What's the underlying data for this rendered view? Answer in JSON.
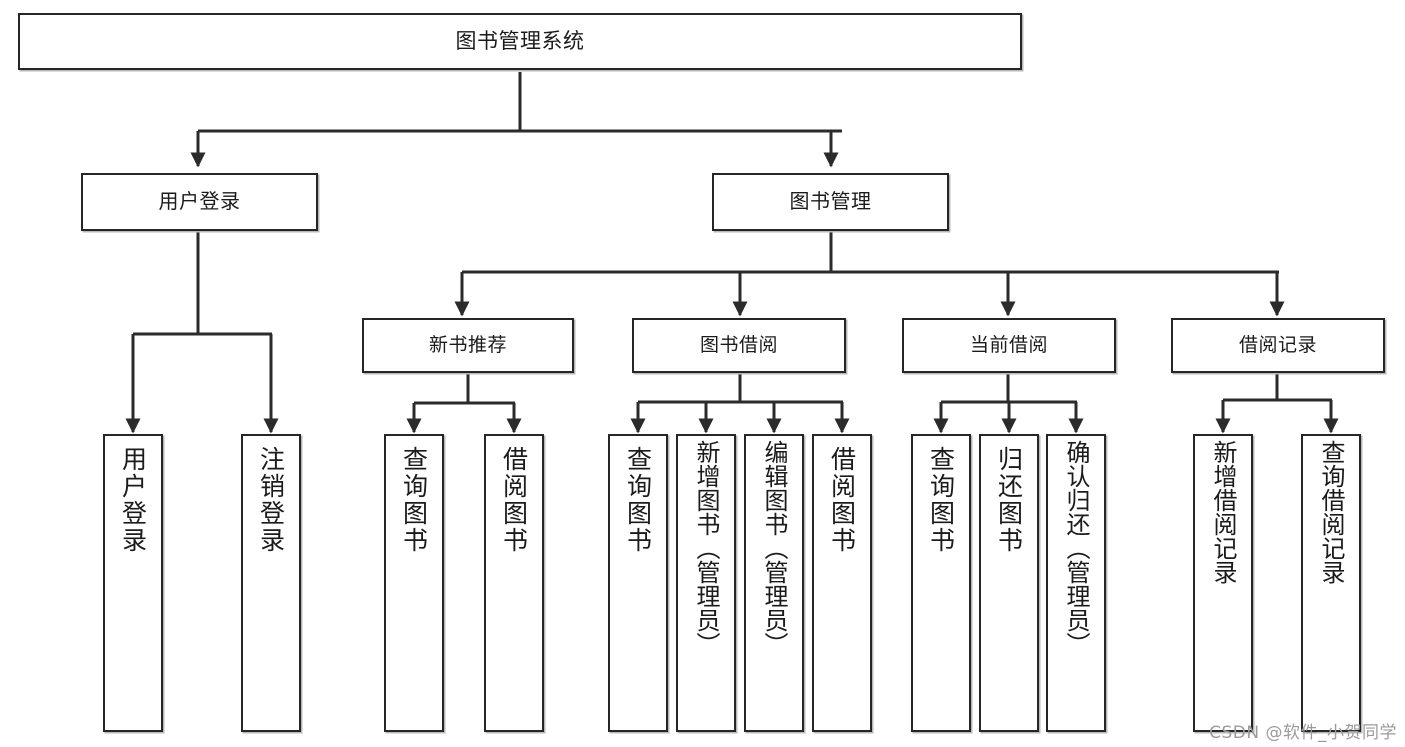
{
  "diagram": {
    "title": "图书管理系统",
    "watermark": "CSDN @软件_小贺同学",
    "colors": {
      "box_border": "#262626",
      "box_fill": "#ffffff",
      "connector": "#2b2b2b",
      "text": "#1b1b1b",
      "watermark": "#9b9b9b",
      "shadow": "#b8b8b8"
    },
    "root": {
      "label": "图书管理系统"
    },
    "level1": [
      {
        "label": "用户登录"
      },
      {
        "label": "图书管理"
      }
    ],
    "level2": [
      {
        "label": "新书推荐"
      },
      {
        "label": "图书借阅"
      },
      {
        "label": "当前借阅"
      },
      {
        "label": "借阅记录"
      }
    ],
    "leaves": [
      {
        "label": "用户登录",
        "parent": "用户登录"
      },
      {
        "label": "注销登录",
        "parent": "用户登录"
      },
      {
        "label": "查询图书",
        "parent": "新书推荐"
      },
      {
        "label": "借阅图书",
        "parent": "新书推荐"
      },
      {
        "label": "查询图书",
        "parent": "图书借阅"
      },
      {
        "label": "新增图书（管理员）",
        "parent": "图书借阅"
      },
      {
        "label": "编辑图书（管理员）",
        "parent": "图书借阅"
      },
      {
        "label": "借阅图书",
        "parent": "图书借阅"
      },
      {
        "label": "查询图书",
        "parent": "当前借阅"
      },
      {
        "label": "归还图书",
        "parent": "当前借阅"
      },
      {
        "label": "确认归还（管理员）",
        "parent": "当前借阅"
      },
      {
        "label": "新增借阅记录",
        "parent": "借阅记录"
      },
      {
        "label": "查询借阅记录",
        "parent": "借阅记录"
      }
    ]
  }
}
